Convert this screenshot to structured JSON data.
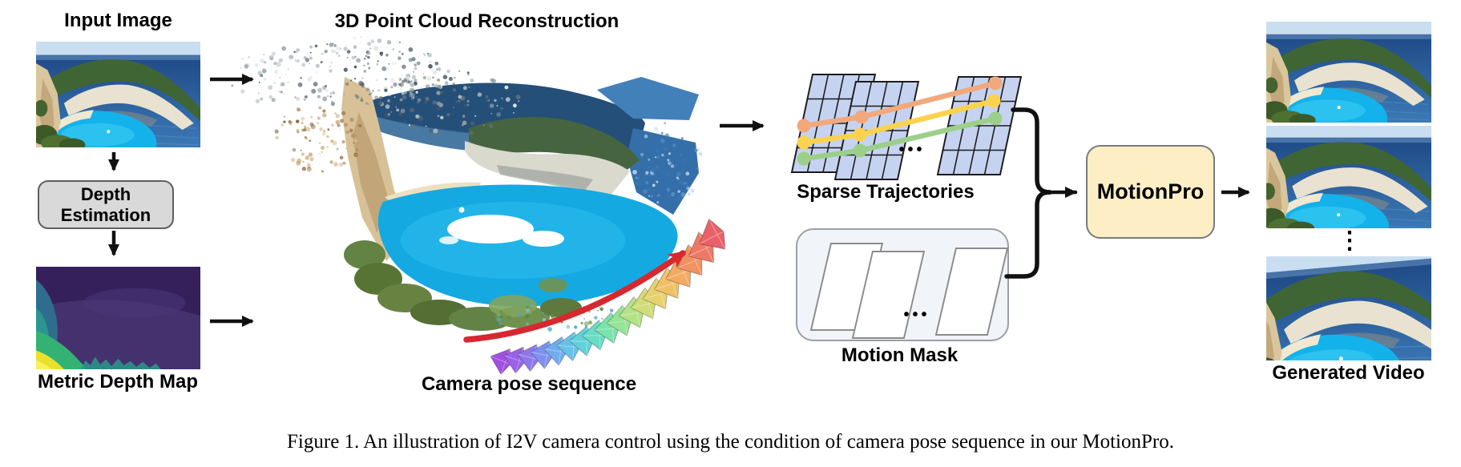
{
  "labels": {
    "input_image": "Input Image",
    "depth_estimation": "Depth Estimation",
    "metric_depth_map": "Metric Depth Map",
    "point_cloud_title": "3D Point Cloud Reconstruction",
    "camera_pose": "Camera pose sequence",
    "sparse_trajectories": "Sparse Trajectories",
    "motion_mask": "Motion Mask",
    "motionpro": "MotionPro",
    "generated_video": "Generated Video",
    "ellipsis_h": "•••",
    "ellipsis_v": "⋮"
  },
  "caption": "Figure 1. An illustration of I2V camera control using the condition of camera pose sequence in our MotionPro.",
  "colors": {
    "depth_box_bg": "#d9d9d9",
    "motionpro_bg": "#fdeec6",
    "motion_mask_bg": "#f1f5f9",
    "grid_fill": "#c5d3f0",
    "grid_stroke": "#1b1b1b",
    "mask_frame_stroke": "#8c8c8c",
    "trajectory_orange": "#f1a97c",
    "trajectory_yellow": "#fbd24e",
    "trajectory_green": "#9ccf8a",
    "red_arrow": "#d7282f",
    "arrow_black": "#111111",
    "frustum_colors": [
      "#a050e0",
      "#9a62e6",
      "#8e77ea",
      "#7f90ee",
      "#72abee",
      "#68c2e8",
      "#62d2da",
      "#68dcc4",
      "#7ce2ac",
      "#96e496",
      "#b4e286",
      "#d0dc78",
      "#e6d26e",
      "#f0c166",
      "#f3ab62",
      "#f29162",
      "#ee7866",
      "#e96168"
    ]
  }
}
